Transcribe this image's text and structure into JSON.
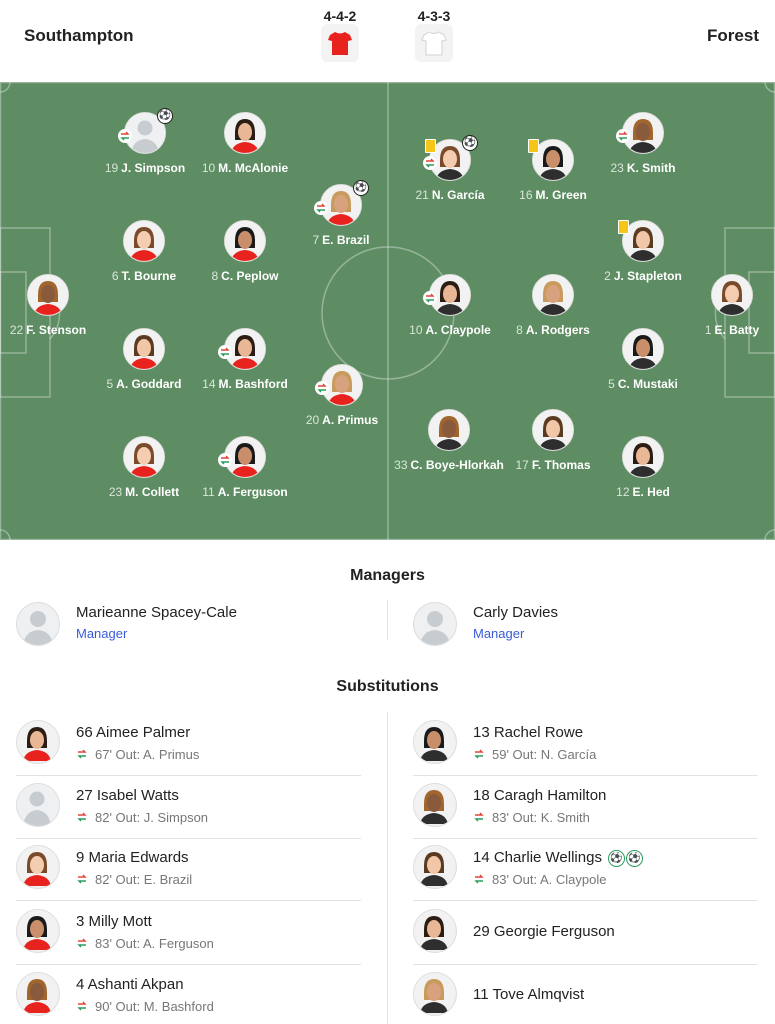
{
  "header": {
    "home": {
      "name": "Southampton",
      "formation": "4-4-2",
      "kit_color": "#e8231e"
    },
    "away": {
      "name": "Forest",
      "formation": "4-3-3",
      "kit_color": "#eceef0"
    }
  },
  "home_players": [
    {
      "id": "simpson",
      "number": "19",
      "name": "J. Simpson",
      "sub": true,
      "goal": true,
      "yellow": false,
      "photo": false
    },
    {
      "id": "mcalonie",
      "number": "10",
      "name": "M. McAlonie",
      "sub": false,
      "goal": false,
      "yellow": false,
      "photo": true
    },
    {
      "id": "brazil",
      "number": "7",
      "name": "E. Brazil",
      "sub": true,
      "goal": true,
      "yellow": false,
      "photo": true
    },
    {
      "id": "bourne",
      "number": "6",
      "name": "T. Bourne",
      "sub": false,
      "goal": false,
      "yellow": false,
      "photo": true
    },
    {
      "id": "peplow",
      "number": "8",
      "name": "C. Peplow",
      "sub": false,
      "goal": false,
      "yellow": false,
      "photo": true
    },
    {
      "id": "stenson",
      "number": "22",
      "name": "F. Stenson",
      "sub": false,
      "goal": false,
      "yellow": false,
      "photo": true
    },
    {
      "id": "goddard",
      "number": "5",
      "name": "A. Goddard",
      "sub": false,
      "goal": false,
      "yellow": false,
      "photo": true
    },
    {
      "id": "bashford",
      "number": "14",
      "name": "M. Bashford",
      "sub": true,
      "goal": false,
      "yellow": false,
      "photo": true
    },
    {
      "id": "primus",
      "number": "20",
      "name": "A. Primus",
      "sub": true,
      "goal": false,
      "yellow": false,
      "photo": true
    },
    {
      "id": "collett",
      "number": "23",
      "name": "M. Collett",
      "sub": false,
      "goal": false,
      "yellow": false,
      "photo": true
    },
    {
      "id": "ferguson",
      "number": "11",
      "name": "A. Ferguson",
      "sub": true,
      "goal": false,
      "yellow": false,
      "photo": true
    }
  ],
  "away_players": [
    {
      "id": "garcia",
      "number": "21",
      "name": "N. García",
      "sub": true,
      "goal": true,
      "yellow": true,
      "photo": true
    },
    {
      "id": "green",
      "number": "16",
      "name": "M. Green",
      "sub": false,
      "goal": false,
      "yellow": true,
      "photo": true
    },
    {
      "id": "smith",
      "number": "23",
      "name": "K. Smith",
      "sub": true,
      "goal": false,
      "yellow": false,
      "photo": true
    },
    {
      "id": "stapleton",
      "number": "2",
      "name": "J. Stapleton",
      "sub": false,
      "goal": false,
      "yellow": true,
      "photo": true
    },
    {
      "id": "claypole",
      "number": "10",
      "name": "A. Claypole",
      "sub": true,
      "goal": false,
      "yellow": false,
      "photo": true
    },
    {
      "id": "rodgers",
      "number": "8",
      "name": "A. Rodgers",
      "sub": false,
      "goal": false,
      "yellow": false,
      "photo": true
    },
    {
      "id": "batty",
      "number": "1",
      "name": "E. Batty",
      "sub": false,
      "goal": false,
      "yellow": false,
      "photo": true
    },
    {
      "id": "mustaki",
      "number": "5",
      "name": "C. Mustaki",
      "sub": false,
      "goal": false,
      "yellow": false,
      "photo": true
    },
    {
      "id": "boye",
      "number": "33",
      "name": "C. Boye-Hlorkah",
      "sub": false,
      "goal": false,
      "yellow": false,
      "photo": true
    },
    {
      "id": "thomas",
      "number": "17",
      "name": "F. Thomas",
      "sub": false,
      "goal": false,
      "yellow": false,
      "photo": true
    },
    {
      "id": "hed",
      "number": "12",
      "name": "E. Hed",
      "sub": false,
      "goal": false,
      "yellow": false,
      "photo": true
    }
  ],
  "managers": {
    "title": "Managers",
    "home": {
      "name": "Marieanne Spacey-Cale",
      "role": "Manager"
    },
    "away": {
      "name": "Carly Davies",
      "role": "Manager"
    }
  },
  "substitutions": {
    "title": "Substitutions",
    "out_label": "Out:",
    "home": [
      {
        "number": "66",
        "name": "Aimee Palmer",
        "minute": "67'",
        "out": "A. Primus"
      },
      {
        "number": "27",
        "name": "Isabel Watts",
        "minute": "82'",
        "out": "J. Simpson"
      },
      {
        "number": "9",
        "name": "Maria Edwards",
        "minute": "82'",
        "out": "E. Brazil"
      },
      {
        "number": "3",
        "name": "Milly Mott",
        "minute": "83'",
        "out": "A. Ferguson"
      },
      {
        "number": "4",
        "name": "Ashanti Akpan",
        "minute": "90'",
        "out": "M. Bashford"
      }
    ],
    "away": [
      {
        "number": "13",
        "name": "Rachel Rowe",
        "minute": "59'",
        "out": "N. García"
      },
      {
        "number": "18",
        "name": "Caragh Hamilton",
        "minute": "83'",
        "out": "K. Smith"
      },
      {
        "number": "14",
        "name": "Charlie Wellings",
        "minute": "83'",
        "out": "A. Claypole",
        "goals": 2
      },
      {
        "number": "29",
        "name": "Georgie Ferguson",
        "minute": "",
        "out": ""
      },
      {
        "number": "11",
        "name": "Tove Almqvist",
        "minute": "",
        "out": ""
      }
    ]
  },
  "colors": {
    "pitch": "#5e8d63",
    "sub_in": "#2a9d5c",
    "sub_out": "#e0453a",
    "manager_link": "#3a5bd9",
    "yellow_card": "#f5c518"
  }
}
